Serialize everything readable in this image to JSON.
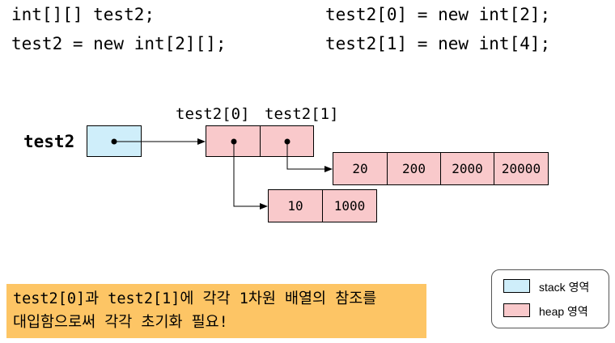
{
  "code": {
    "line1_left": "int[][] test2;",
    "line2_left": "test2 = new int[2][];",
    "line1_right": "test2[0] = new int[2];",
    "line2_right": "test2[1] = new int[4];"
  },
  "diagram": {
    "variable": "test2",
    "ref_labels": [
      "test2[0]",
      "test2[1]"
    ],
    "row_long": [
      "20",
      "200",
      "2000",
      "20000"
    ],
    "row_short": [
      "10",
      "1000"
    ]
  },
  "note": {
    "line1": "test2[0]과 test2[1]에 각각 1차원 배열의 참조를",
    "line2": "대입함으로써 각각 초기화 필요!"
  },
  "legend": {
    "stack_label": "stack 영역",
    "heap_label": "heap 영역"
  },
  "colors": {
    "stack": "#cfeefa",
    "heap": "#f9c9cb",
    "note": "#fdc565"
  }
}
